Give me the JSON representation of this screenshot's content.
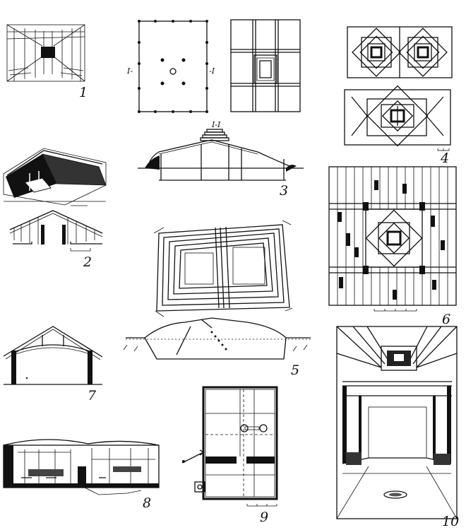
{
  "figure": {
    "labels": [
      "1",
      "2",
      "3",
      "4",
      "5",
      "6",
      "7",
      "8",
      "9",
      "10"
    ],
    "section_marks": {
      "left": "I-",
      "right": "-I",
      "section_title": "I-I"
    }
  }
}
